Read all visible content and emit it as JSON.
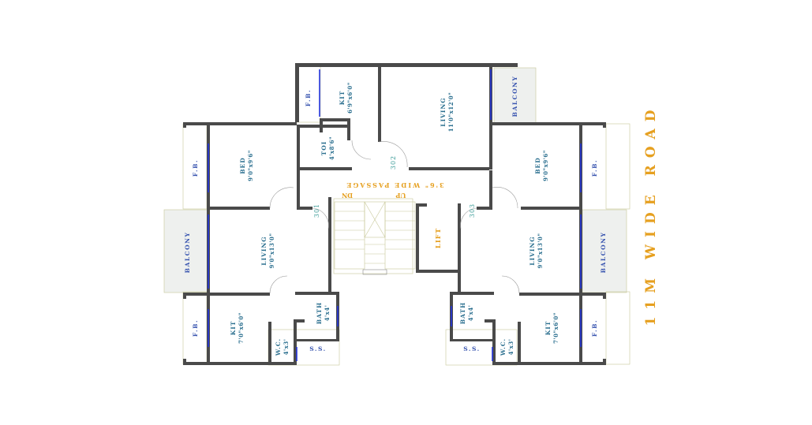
{
  "road_label": "11M WIDE ROAD",
  "passage_label": "3'6\" WIDE PASSAGE",
  "stairs": {
    "down": "DN",
    "up": "UP"
  },
  "lift": "LIFT",
  "flats": {
    "f301": "301",
    "f302": "302",
    "f303": "303"
  },
  "rooms": {
    "top_kit": {
      "name": "KIT",
      "dim": "6'9\"x6'0\""
    },
    "top_fb": "F.B.",
    "top_living": {
      "name": "LIVING",
      "dim": "11'0\"x12'0\""
    },
    "top_balcony": "BALCONY",
    "top_toi": {
      "name": "TOI",
      "dim": "4'x8'6\""
    },
    "left_bed": {
      "name": "BED",
      "dim": "9'0\"x9'6\""
    },
    "left_fb_bed": "F.B.",
    "left_balcony": "BALCONY",
    "left_living": {
      "name": "LIVING",
      "dim": "9'0\"x13'0\""
    },
    "left_fb_kit": "F.B.",
    "left_kit": {
      "name": "KIT",
      "dim": "7'0\"x6'0\""
    },
    "left_wc": {
      "name": "W.C.",
      "dim": "4'x3'"
    },
    "left_bath": {
      "name": "BATH",
      "dim": "4'x4'"
    },
    "left_ss": "S.S.",
    "right_bed": {
      "name": "BED",
      "dim": "9'0\"x9'6\""
    },
    "right_fb_bed": "F.B.",
    "right_balcony": "BALCONY",
    "right_living": {
      "name": "LIVING",
      "dim": "9'0\"x13'0\""
    },
    "right_fb_kit": "F.B.",
    "right_kit": {
      "name": "KIT",
      "dim": "7'0\"x6'0\""
    },
    "right_wc": {
      "name": "W.C.",
      "dim": "4'x3'"
    },
    "right_bath": {
      "name": "BATH",
      "dim": "4'x4'"
    },
    "right_ss": "S.S."
  },
  "colors": {
    "wall": "#4a4a4a",
    "window": "#2233dd",
    "room_text": "#2b6f8f",
    "accent": "#e6a020",
    "flat_no": "#3f9e9a"
  }
}
